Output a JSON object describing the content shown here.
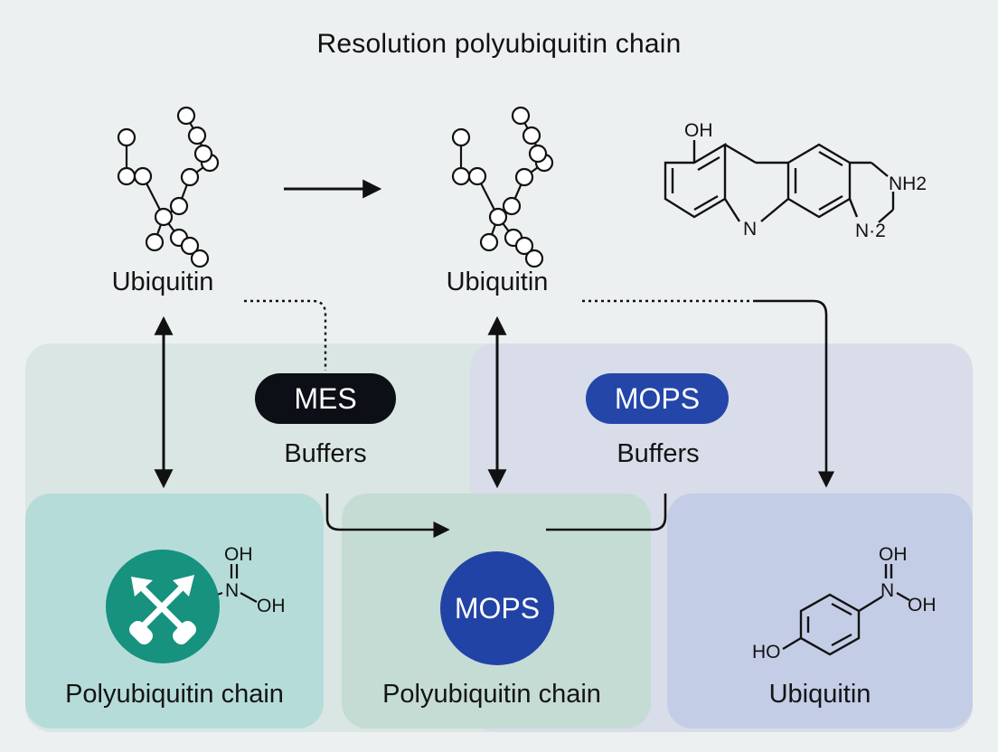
{
  "title": "Resolution polyubiquitin chain",
  "top_left": {
    "label": "Ubiquitin"
  },
  "top_middle": {
    "label": "Ubiquitin"
  },
  "molecule_top": {
    "atoms": [
      "OH",
      "NH2",
      "N",
      "N·2"
    ]
  },
  "buffer_left": {
    "pill": "MES",
    "caption": "Buffers"
  },
  "buffer_right": {
    "pill": "MOPS",
    "caption": "Buffers"
  },
  "panel_left": {
    "label": "Polyubiquitin chain"
  },
  "panel_middle": {
    "badge": "MOPS",
    "label": "Polyubiquitin chain"
  },
  "panel_right": {
    "label": "Ubiquitin"
  },
  "chem_small": {
    "atoms": [
      "OH",
      "N",
      "OH"
    ]
  },
  "chem_phenol": {
    "atoms": [
      "OH",
      "N",
      "OH",
      "HO"
    ]
  },
  "colors": {
    "teal_panel": "#b6dcd9",
    "green_panel": "#c5dcd4",
    "blue_panel": "#c4cde6",
    "mes_pill": "#0d0f16",
    "mops_pill": "#2446a8",
    "teal_circle": "#16927f",
    "mops_circle": "#2143a6"
  }
}
